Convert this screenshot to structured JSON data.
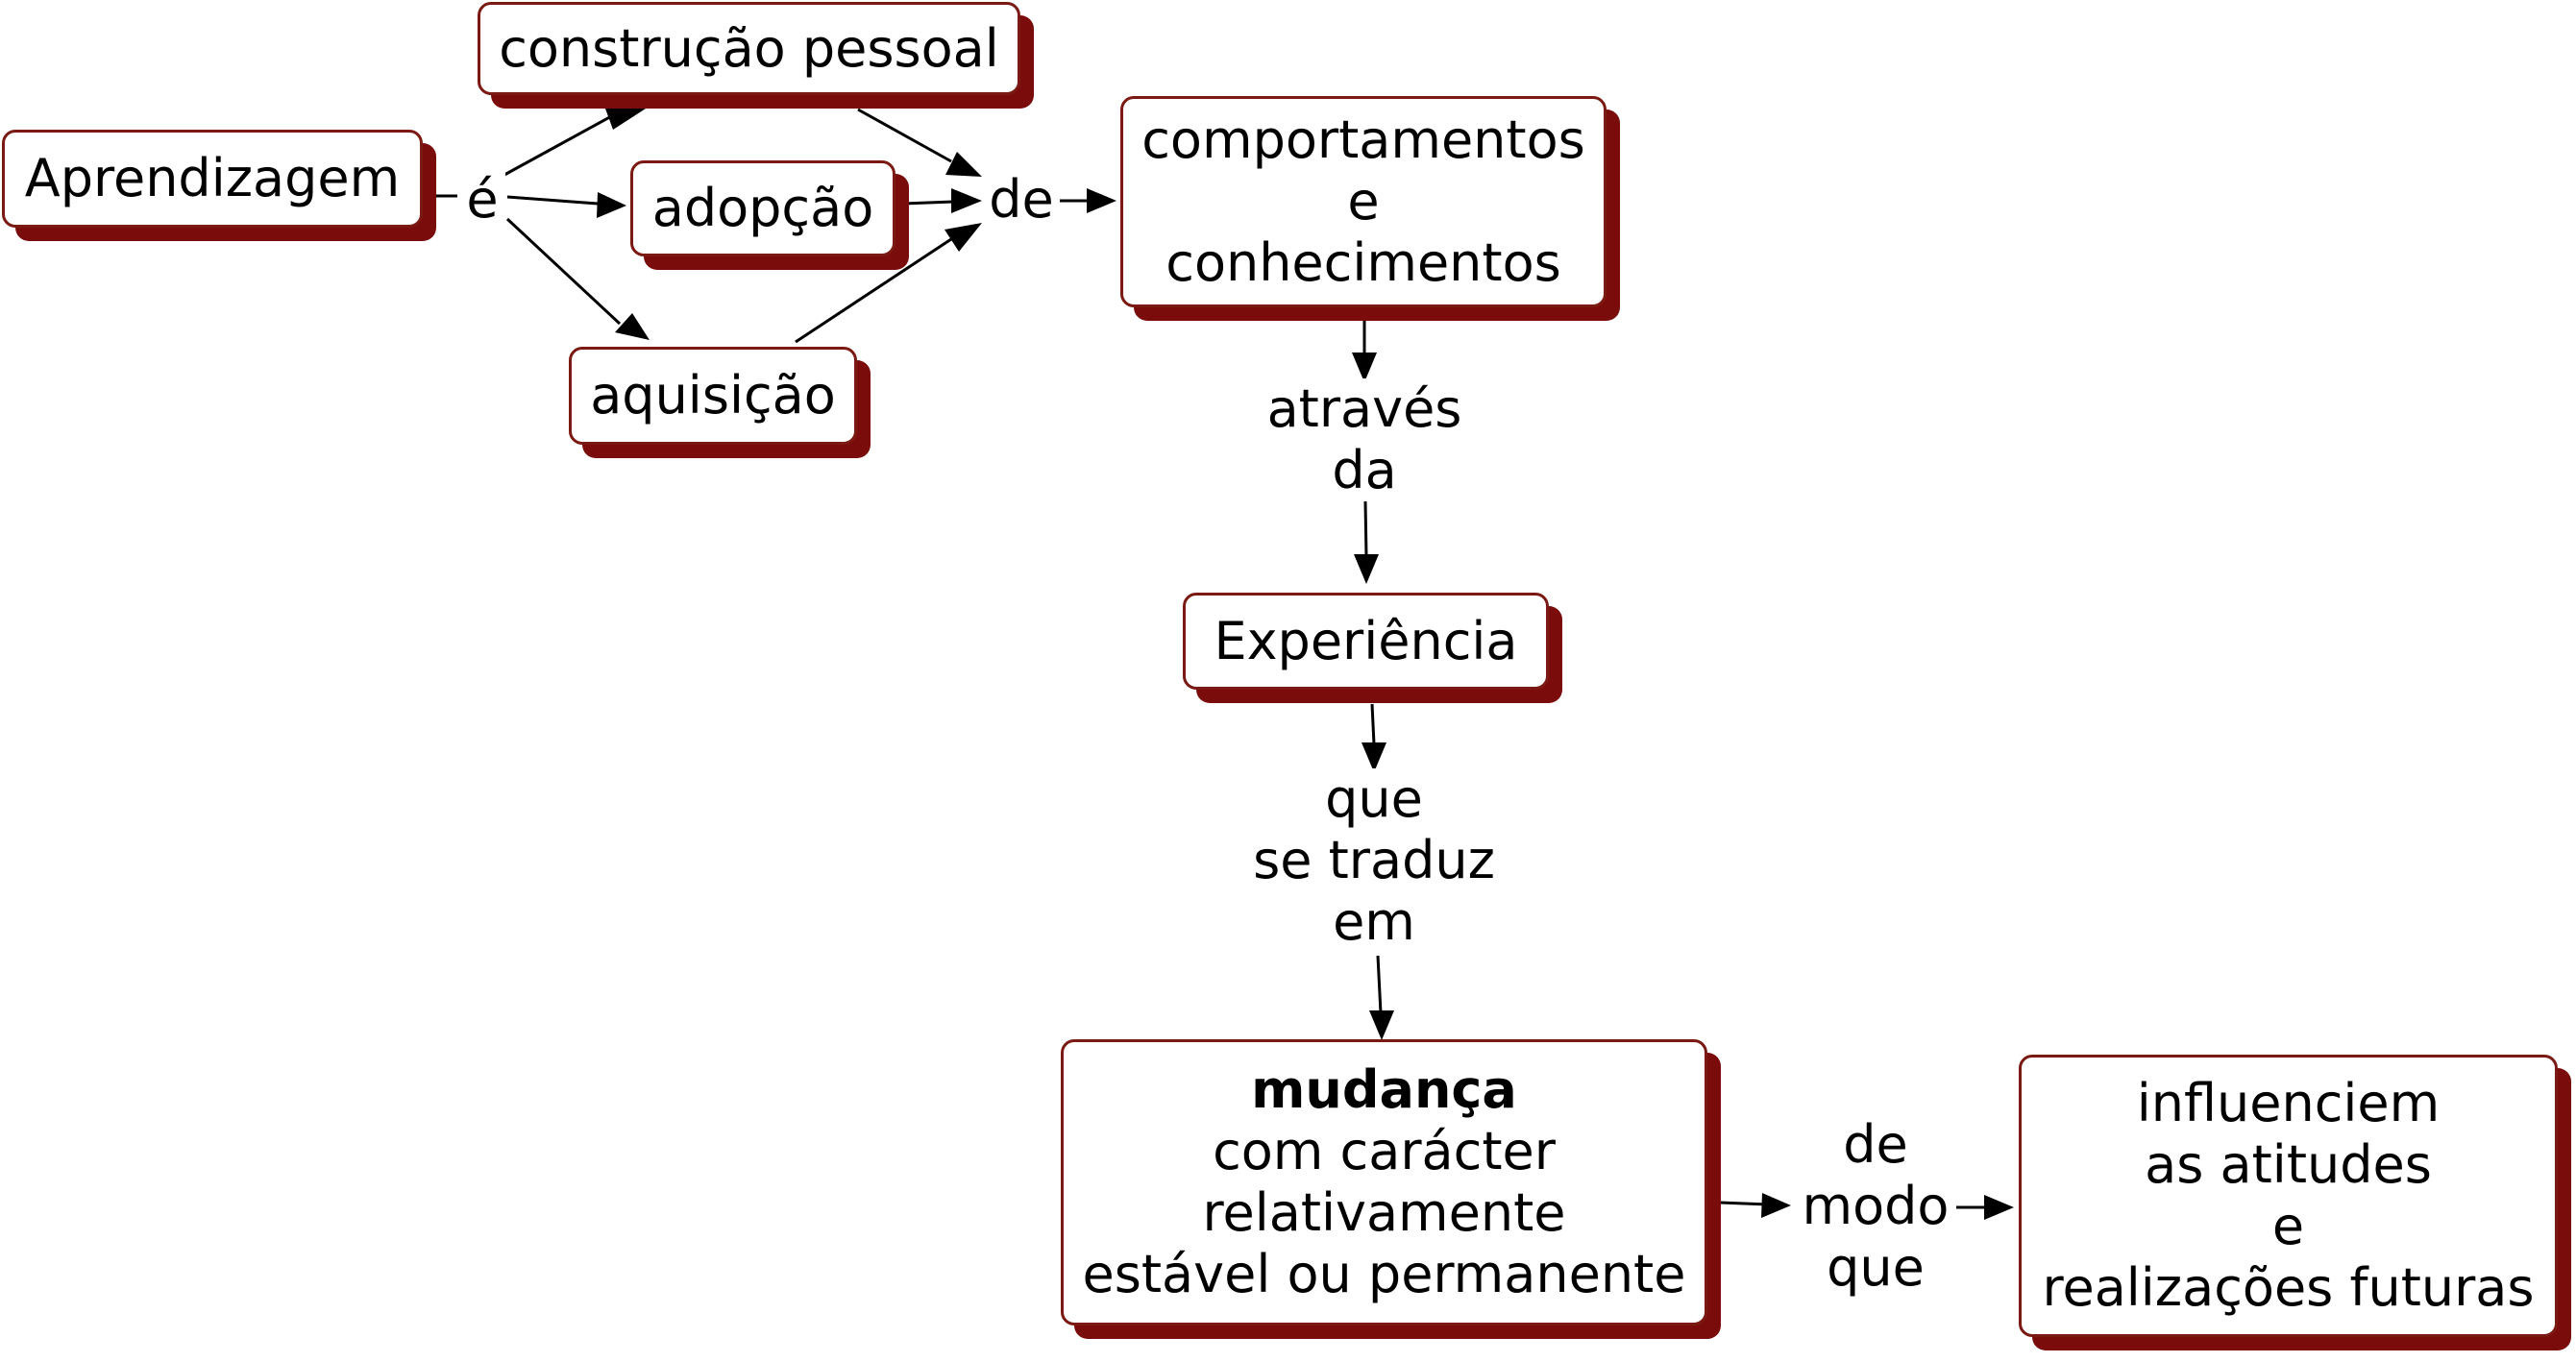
{
  "nodes": {
    "aprendizagem": "Aprendizagem",
    "construcao": "construção pessoal",
    "adopcao": "adopção",
    "aquisicao": "aquisição",
    "comportamentos": [
      "comportamentos",
      "e",
      "conhecimentos"
    ],
    "experiencia": "Experiência",
    "mudanca": {
      "title": "mudança",
      "lines": [
        "com carácter",
        "relativamente",
        "estável ou permanente"
      ]
    },
    "influenciem": [
      "influenciem",
      "as atitudes",
      "e",
      "realizações futuras"
    ]
  },
  "links": {
    "e_acute": "é",
    "de": "de",
    "atraves_da": [
      "através",
      "da"
    ],
    "que_se_traduz_em": [
      "que",
      "se traduz",
      "em"
    ],
    "de_modo_que": [
      "de",
      "modo",
      "que"
    ]
  },
  "colors": {
    "box_border": "#7a1a12",
    "box_shadow": "#7a0c0c",
    "arrow": "#000000"
  }
}
